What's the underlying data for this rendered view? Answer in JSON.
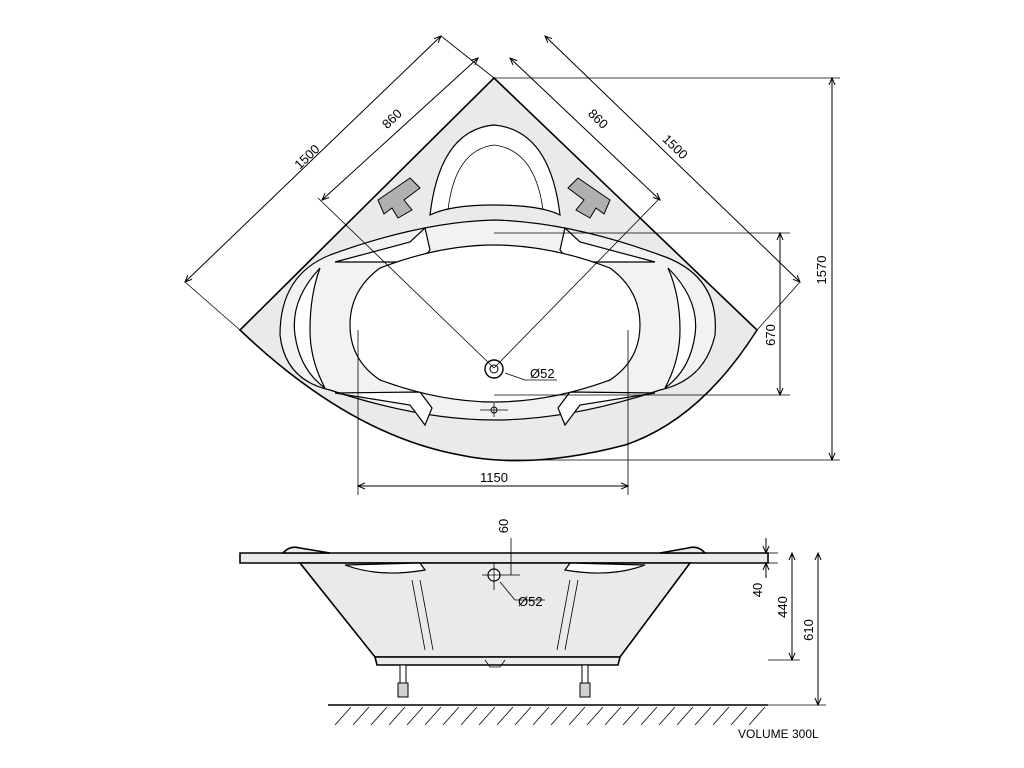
{
  "drawing": {
    "dimensions": {
      "left_diag_outer": "1500",
      "left_diag_inner": "860",
      "right_diag_inner": "860",
      "right_diag_outer": "1500",
      "total_depth": "1570",
      "inner_depth": "670",
      "width": "1150",
      "drain_diameter_top": "Ø52",
      "rim_offset": "60",
      "drain_diameter_side": "Ø52",
      "rim_thickness": "40",
      "basin_depth": "440",
      "total_height": "610"
    },
    "volume_label": "VOLUME 300L"
  },
  "colors": {
    "outline": "#000000",
    "body_fill": "#eaeaea",
    "inner_fill": "#f2f2f2",
    "handle_fill": "#b0b0b0"
  }
}
